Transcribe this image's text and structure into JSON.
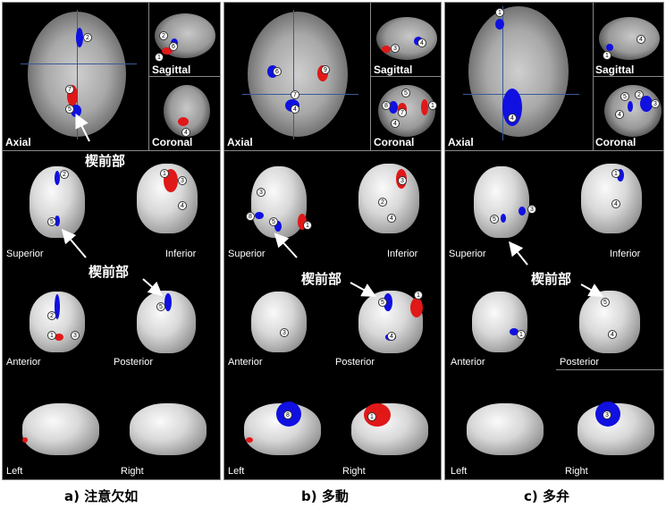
{
  "view_labels": {
    "axial": "Axial",
    "sagittal": "Sagittal",
    "coronal": "Coronal",
    "superior": "Superior",
    "inferior": "Inferior",
    "anterior": "Anterior",
    "posterior": "Posterior",
    "left": "Left",
    "right": "Right"
  },
  "callout_text": "楔前部",
  "captions": {
    "a": "a) 注意欠如",
    "b": "b) 多動",
    "c": "c) 多弁"
  },
  "region_colors": {
    "hypo": "#1010e0",
    "hyper": "#e01818"
  },
  "numbers": {
    "a": {
      "axial": [
        "2",
        "7",
        "5"
      ],
      "sagittal": [
        "2",
        "6",
        "1"
      ],
      "coronal": [
        "4"
      ],
      "superior": [
        "2",
        "5"
      ],
      "inferior": [
        "1",
        "3",
        "4"
      ],
      "anterior": [
        "2",
        "1",
        "3"
      ],
      "posterior": [
        "5"
      ]
    },
    "b": {
      "axial": [
        "6",
        "9",
        "7",
        "4"
      ],
      "sagittal": [
        "3",
        "4"
      ],
      "coronal": [
        "5",
        "8",
        "7",
        "1",
        "4"
      ],
      "superior": [
        "3",
        "8",
        "5",
        "1"
      ],
      "inferior": [
        "3",
        "2",
        "4"
      ],
      "anterior": [
        "3"
      ],
      "posterior": [
        "5",
        "1",
        "4"
      ],
      "left": [
        "8"
      ],
      "right": [
        "1"
      ]
    },
    "c": {
      "axial": [
        "1",
        "4"
      ],
      "sagittal": [
        "4",
        "1"
      ],
      "coronal": [
        "5",
        "2",
        "3",
        "4"
      ],
      "superior": [
        "5",
        "3"
      ],
      "inferior": [
        "1",
        "4"
      ],
      "anterior": [
        "1"
      ],
      "posterior": [
        "5",
        "4"
      ],
      "right": [
        "3"
      ]
    }
  }
}
